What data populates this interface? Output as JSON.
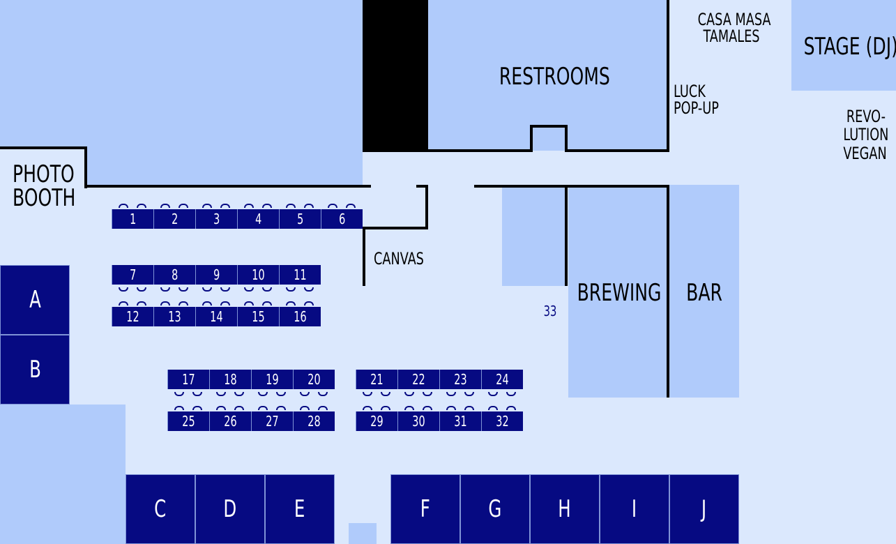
{
  "areas": {
    "restrooms": "RESTROOMS",
    "casa_masa": "CASA MASA\nTAMALES",
    "stage": "STAGE (DJ)",
    "luck": "LUCK\nPOP-UP",
    "revolution": "REVO-\nLUTION\nVEGAN",
    "photo_booth": "PHOTO\nBOOTH",
    "canvas": "CANVAS",
    "brewing": "BREWING",
    "bar": "BAR",
    "table33": "33"
  },
  "tables": {
    "row1": [
      "1",
      "2",
      "3",
      "4",
      "5",
      "6"
    ],
    "row2": [
      "7",
      "8",
      "9",
      "10",
      "11"
    ],
    "row3": [
      "12",
      "13",
      "14",
      "15",
      "16"
    ],
    "row4a": [
      "17",
      "18",
      "19",
      "20"
    ],
    "row4b": [
      "21",
      "22",
      "23",
      "24"
    ],
    "row5a": [
      "25",
      "26",
      "27",
      "28"
    ],
    "row5b": [
      "29",
      "30",
      "31",
      "32"
    ]
  },
  "booths": {
    "left": [
      "A",
      "B"
    ],
    "bottom": [
      "C",
      "D",
      "E",
      "F",
      "G",
      "H",
      "I",
      "J"
    ]
  },
  "colors": {
    "background": "#dbe8fd",
    "area": "#b0cbfb",
    "booth": "#060a82",
    "wall": "#000000"
  }
}
